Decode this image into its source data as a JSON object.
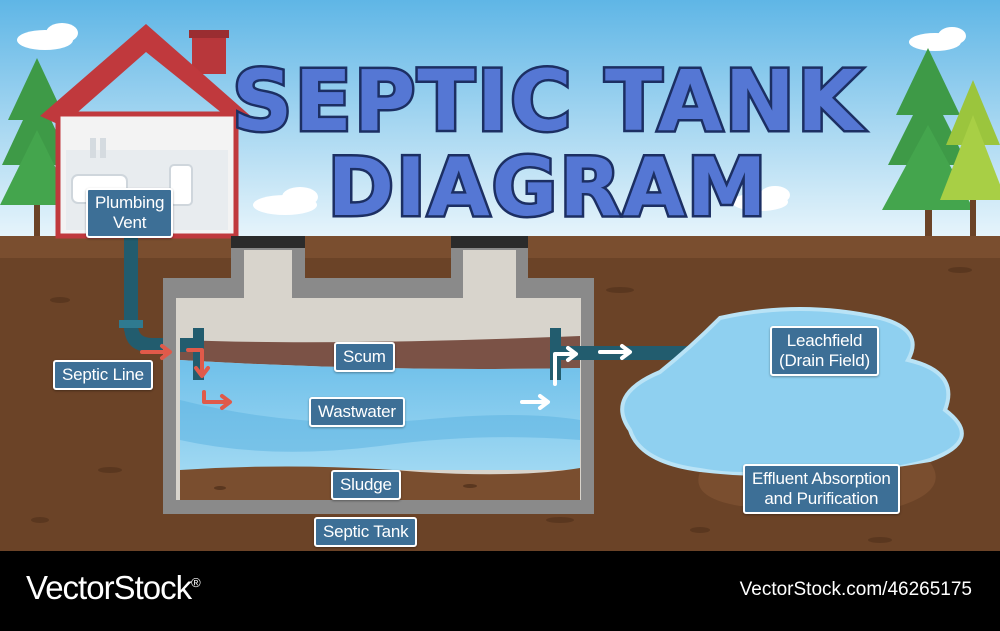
{
  "title": {
    "line1": "SEPTIC TANK",
    "line2": "DIAGRAM"
  },
  "labels": {
    "plumbing_vent_line1": "Plumbing",
    "plumbing_vent_line2": "Vent",
    "septic_line": "Septic Line",
    "scum": "Scum",
    "wastewater": "Wastwater",
    "sludge": "Sludge",
    "septic_tank": "Septic Tank",
    "leachfield_line1": "Leachfield",
    "leachfield_line2": "(Drain Field)",
    "effluent_line1": "Effluent Absorption",
    "effluent_line2": "and Purification"
  },
  "footer": {
    "brand": "VectorStock",
    "registered_mark": "®",
    "image_id": "VectorStock.com/46265175"
  },
  "colors": {
    "sky": "#b9e0f3",
    "soil": "#6b4327",
    "water": "#8fd0f0",
    "label_bg": "#3d6f96",
    "title_fill": "#5577d4",
    "inlet_arrow": "#e05a4a"
  }
}
